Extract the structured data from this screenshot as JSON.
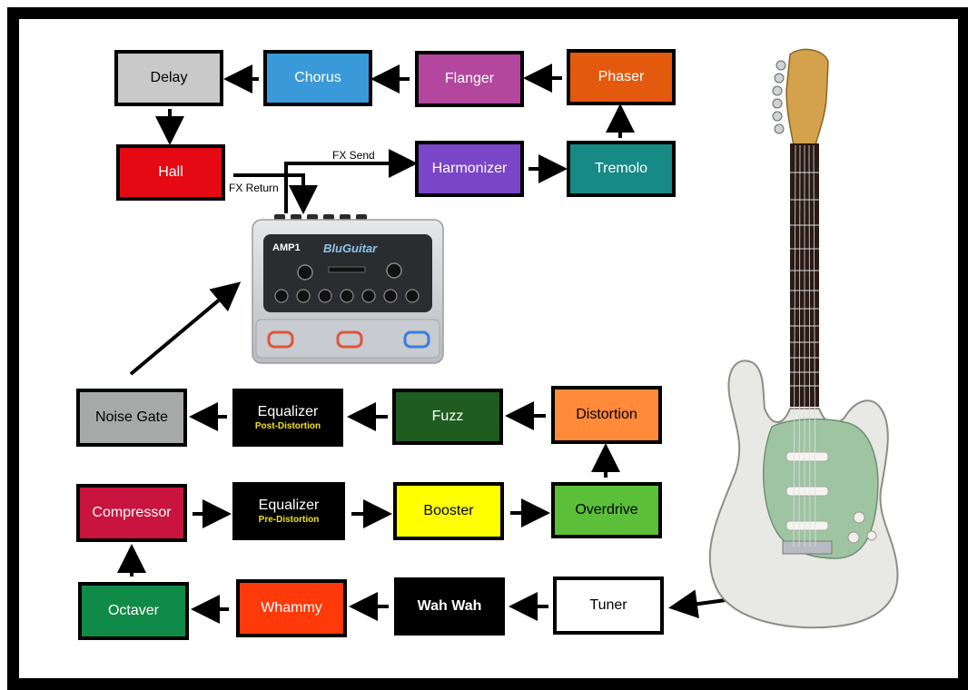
{
  "nodes": {
    "delay": {
      "label": "Delay",
      "fill": "#c9c9c9",
      "text": "#000000"
    },
    "chorus": {
      "label": "Chorus",
      "fill": "#3a9ad9",
      "text": "#ffffff"
    },
    "flanger": {
      "label": "Flanger",
      "fill": "#b3479d",
      "text": "#ffffff"
    },
    "phaser": {
      "label": "Phaser",
      "fill": "#e35a0e",
      "text": "#ffffff"
    },
    "hall": {
      "label": "Hall",
      "fill": "#e50914",
      "text": "#ffffff"
    },
    "harmonizer": {
      "label": "Harmonizer",
      "fill": "#7a45c7",
      "text": "#ffffff"
    },
    "tremolo": {
      "label": "Tremolo",
      "fill": "#178a86",
      "text": "#ffffff"
    },
    "noise_gate": {
      "label": "Noise Gate",
      "fill": "#a7a9a8",
      "text": "#000000"
    },
    "eq_post": {
      "label": "Equalizer",
      "sub": "Post-Distortion",
      "fill": "#000000",
      "text": "#ffffff"
    },
    "fuzz": {
      "label": "Fuzz",
      "fill": "#1f5c1f",
      "text": "#ffffff"
    },
    "distortion": {
      "label": "Distortion",
      "fill": "#ff8a3a",
      "text": "#000000"
    },
    "compressor": {
      "label": "Compressor",
      "fill": "#c8143e",
      "text": "#ffffff"
    },
    "eq_pre": {
      "label": "Equalizer",
      "sub": "Pre-Distortion",
      "fill": "#000000",
      "text": "#ffffff"
    },
    "booster": {
      "label": "Booster",
      "fill": "#ffff00",
      "text": "#000000"
    },
    "overdrive": {
      "label": "Overdrive",
      "fill": "#5cbf3a",
      "text": "#000000"
    },
    "octaver": {
      "label": "Octaver",
      "fill": "#0f8a47",
      "text": "#ffffff"
    },
    "whammy": {
      "label": "Whammy",
      "fill": "#ff3a0a",
      "text": "#ffffff"
    },
    "wah": {
      "label": "Wah Wah",
      "fill": "#000000",
      "text": "#ffffff"
    },
    "tuner": {
      "label": "Tuner",
      "fill": "#ffffff",
      "text": "#000000"
    }
  },
  "edges": {
    "fx_send": "FX Send",
    "fx_return": "FX Return"
  },
  "amp": {
    "model": "AMP1",
    "brand": "BluGuitar"
  }
}
